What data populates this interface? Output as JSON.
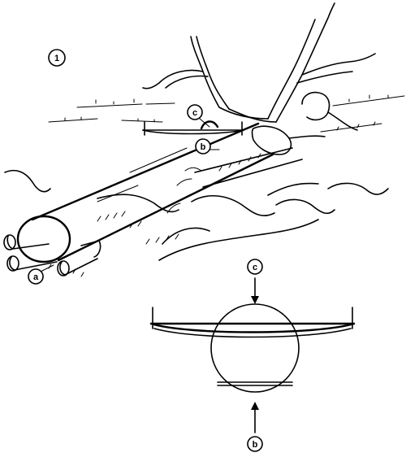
{
  "figure": {
    "number": "1",
    "labels": {
      "a": "a",
      "b": "b",
      "c": "c",
      "detail_c": "c",
      "detail_b": "b"
    }
  },
  "colors": {
    "ink": "#000000",
    "paper": "#ffffff"
  }
}
